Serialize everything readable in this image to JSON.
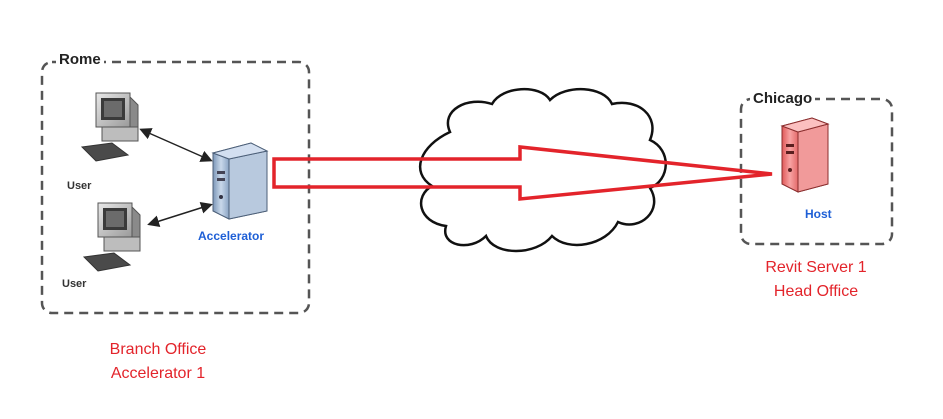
{
  "colors": {
    "caption": "#e3242b",
    "arrow": "#e3242b",
    "node_label_blue": "#1e5fd6",
    "box_border": "#555555"
  },
  "rome": {
    "title": "Rome",
    "user_top_label": "User",
    "user_bottom_label": "User",
    "accelerator_label": "Accelerator",
    "caption_line1": "Branch Office",
    "caption_line2": "Accelerator 1"
  },
  "chicago": {
    "title": "Chicago",
    "host_label": "Host",
    "caption_line1": "Revit Server 1",
    "caption_line2": "Head Office"
  },
  "icons": {
    "user_top": "desktop-computer-icon",
    "user_bottom": "desktop-computer-icon",
    "accelerator": "server-tower-icon",
    "host": "server-tower-icon",
    "network": "cloud-icon"
  }
}
